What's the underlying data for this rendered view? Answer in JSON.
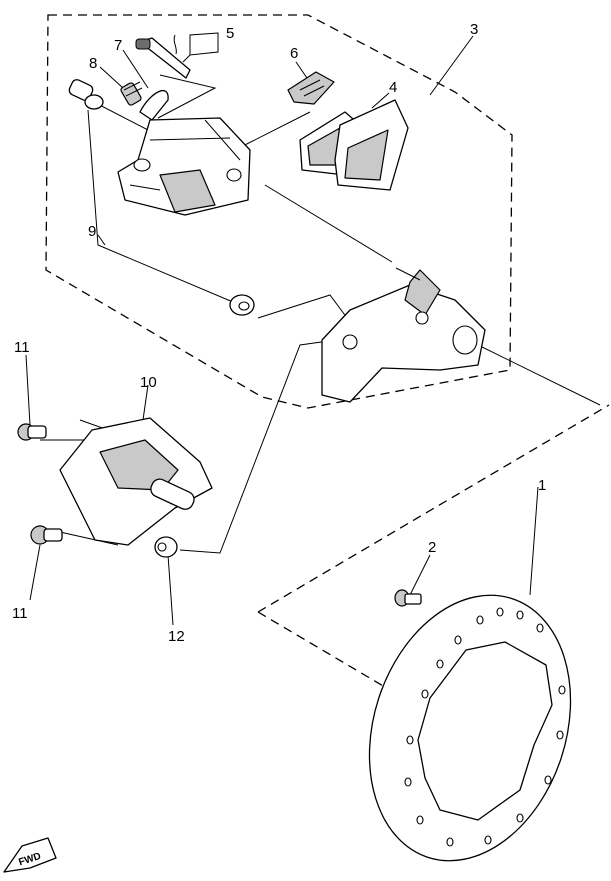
{
  "callouts": {
    "c1": "1",
    "c2": "2",
    "c3": "3",
    "c4": "4",
    "c5": "5",
    "c6": "6",
    "c7": "7",
    "c8": "8",
    "c9": "9",
    "c10": "10",
    "c11a": "11",
    "c11b": "11",
    "c12": "12"
  },
  "fwd_badge": {
    "label": "FWD"
  }
}
